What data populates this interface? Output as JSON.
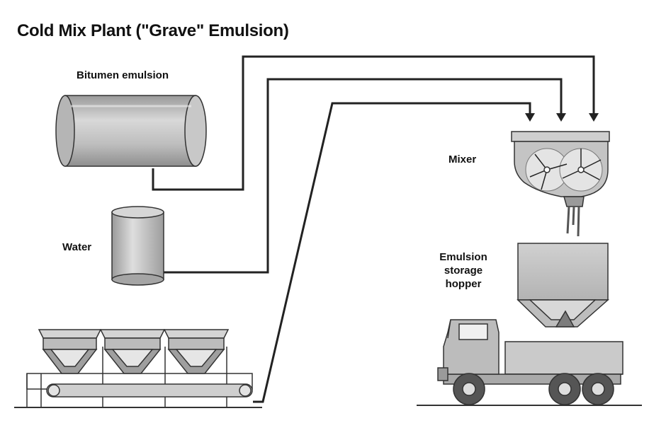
{
  "title": "Cold Mix Plant (\"Grave\" Emulsion)",
  "labels": {
    "bitumen": "Bitumen emulsion",
    "water": "Water",
    "mixer": "Mixer",
    "hopper_line1": "Emulsion",
    "hopper_line2": "storage",
    "hopper_line3": "hopper"
  },
  "colors": {
    "line": "#222222",
    "fill_light": "#dcdcdc",
    "fill_mid": "#b9b9b9",
    "fill_dark": "#8a8a8a"
  }
}
